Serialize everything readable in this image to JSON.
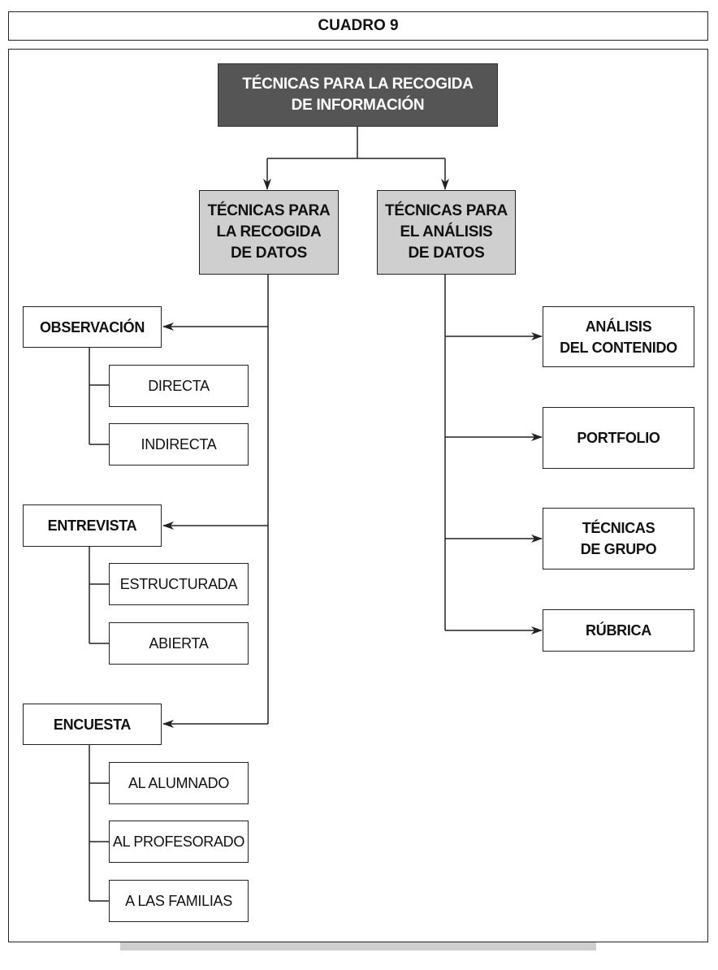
{
  "title": "CUADRO 9",
  "root": "TÉCNICAS PARA LA RECOGIDA\nDE INFORMACIÓN",
  "branches": [
    {
      "label": "TÉCNICAS PARA\nLA RECOGIDA\nDE DATOS",
      "groups": [
        {
          "label": "OBSERVACIÓN",
          "children": [
            "DIRECTA",
            "INDIRECTA"
          ]
        },
        {
          "label": "ENTREVISTA",
          "children": [
            "ESTRUCTURADA",
            "ABIERTA"
          ]
        },
        {
          "label": "ENCUESTA",
          "children": [
            "AL ALUMNADO",
            "AL PROFESORADO",
            "A LAS FAMILIAS"
          ]
        }
      ]
    },
    {
      "label": "TÉCNICAS PARA\nEL ANÁLISIS\nDE DATOS",
      "items": [
        "ANÁLISIS\nDEL CONTENIDO",
        "PORTFOLIO",
        "TÉCNICAS\nDE GRUPO",
        "RÚBRICA"
      ]
    }
  ]
}
